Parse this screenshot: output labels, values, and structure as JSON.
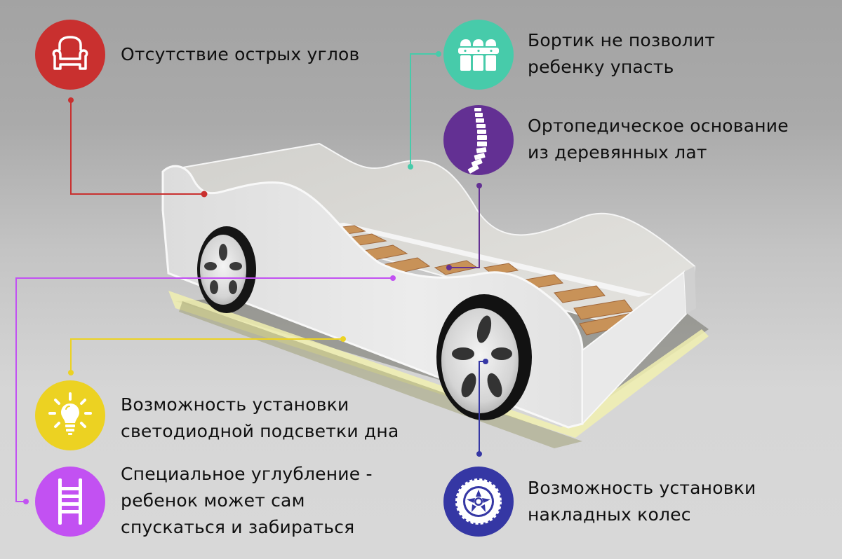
{
  "colors": {
    "red": "#c9302f",
    "teal": "#47cbaa",
    "purple": "#633093",
    "yellow": "#ecd222",
    "violet": "#c251f2",
    "blue": "#3537a4",
    "text": "#0f0f0f"
  },
  "product": {
    "description": "white car-shaped children's bed with wooden slats, wheels and LED underglow"
  },
  "features": [
    {
      "id": "no-sharp-corners",
      "icon": "armchair-icon",
      "color": "#c9302f",
      "lines": [
        "Отсутствие острых углов"
      ]
    },
    {
      "id": "side-rail",
      "icon": "fence-icon",
      "color": "#47cbaa",
      "lines": [
        "Бортик не позволит",
        "ребенку упасть"
      ]
    },
    {
      "id": "orthopedic-base",
      "icon": "spine-icon",
      "color": "#633093",
      "lines": [
        "Ортопедическое основание",
        "из деревянных лат"
      ]
    },
    {
      "id": "led-underglow",
      "icon": "lightbulb-icon",
      "color": "#ecd222",
      "lines": [
        "Возможность установки",
        "светодиодной подсветки дна"
      ]
    },
    {
      "id": "special-recess",
      "icon": "ladder-icon",
      "color": "#c251f2",
      "lines": [
        "Специальное углубление -",
        "ребенок может сам",
        "спускаться и забираться"
      ]
    },
    {
      "id": "overlay-wheels",
      "icon": "wheel-icon",
      "color": "#3537a4",
      "lines": [
        "Возможность установки",
        "накладных колес"
      ]
    }
  ]
}
